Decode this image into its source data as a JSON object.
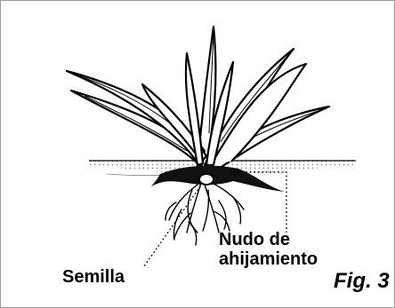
{
  "labels": {
    "tiller_node": "Nudo de ahijamiento",
    "tiller_node_line1": "Nudo de",
    "tiller_node_line2": "ahijamiento",
    "seed": "Semilla",
    "figure": "Fig. 3"
  },
  "colors": {
    "ink": "#000000",
    "frame": "#9a9a9a",
    "soil_dots": "#6b6b6b",
    "background": "#ffffff"
  }
}
